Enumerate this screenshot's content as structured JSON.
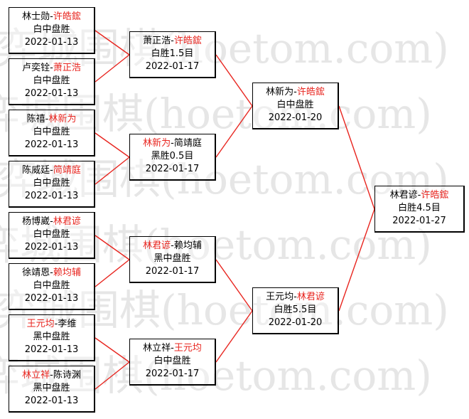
{
  "watermark_text": "弈城围棋(hoetom.com)",
  "colors": {
    "winner": "#e8251f",
    "line": "#e8251f",
    "text": "#000000",
    "watermark": "#e6e6e6"
  },
  "bracket": {
    "round1": [
      {
        "p1": "林士勋",
        "sep": "-",
        "p2": "许皓鋐",
        "winner": "p2",
        "result": "白中盘胜",
        "date": "2022-01-13"
      },
      {
        "p1": "卢奕铨",
        "sep": "-",
        "p2": "萧正浩",
        "winner": "p2",
        "result": "白中盘胜",
        "date": "2022-01-13"
      },
      {
        "p1": "陈禧",
        "sep": "-",
        "p2": "林新为",
        "winner": "p2",
        "result": "白中盘胜",
        "date": "2022-01-13"
      },
      {
        "p1": "陈威廷",
        "sep": "-",
        "p2": "简靖庭",
        "winner": "p2",
        "result": "白中盘胜",
        "date": "2022-01-13"
      },
      {
        "p1": "杨博崴",
        "sep": "-",
        "p2": "林君谚",
        "winner": "p2",
        "result": "白中盘胜",
        "date": "2022-01-13"
      },
      {
        "p1": "徐靖恩",
        "sep": "-",
        "p2": "赖均辅",
        "winner": "p2",
        "result": "白中盘胜",
        "date": "2022-01-13"
      },
      {
        "p1": "王元均",
        "sep": "-",
        "p2": "李维",
        "winner": "p1",
        "result": "黑中盘胜",
        "date": "2022-01-13"
      },
      {
        "p1": "林立祥",
        "sep": "-",
        "p2": "陈诗渊",
        "winner": "p1",
        "result": "黑中盘胜",
        "date": "2022-01-13"
      }
    ],
    "round2": [
      {
        "p1": "萧正浩",
        "sep": "-",
        "p2": "许皓鋐",
        "winner": "p2",
        "result": "白胜1.5目",
        "date": "2022-01-17"
      },
      {
        "p1": "林新为",
        "sep": "-",
        "p2": "简靖庭",
        "winner": "p1",
        "result": "黑胜0.5目",
        "date": "2022-01-17"
      },
      {
        "p1": "林君谚",
        "sep": "-",
        "p2": "赖均辅",
        "winner": "p1",
        "result": "黑中盘胜",
        "date": "2022-01-17"
      },
      {
        "p1": "林立祥",
        "sep": "-",
        "p2": "王元均",
        "winner": "p2",
        "result": "白中盘胜",
        "date": "2022-01-17"
      }
    ],
    "round3": [
      {
        "p1": "林新为",
        "sep": "-",
        "p2": "许皓鋐",
        "winner": "p2",
        "result": "白中盘胜",
        "date": "2022-01-20"
      },
      {
        "p1": "王元均",
        "sep": "-",
        "p2": "林君谚",
        "winner": "p2",
        "result": "白胜5.5目",
        "date": "2022-01-20"
      }
    ],
    "final": [
      {
        "p1": "林君谚",
        "sep": "-",
        "p2": "许皓鋐",
        "winner": "p2",
        "result": "白胜4.5目",
        "date": "2022-01-27"
      }
    ]
  }
}
